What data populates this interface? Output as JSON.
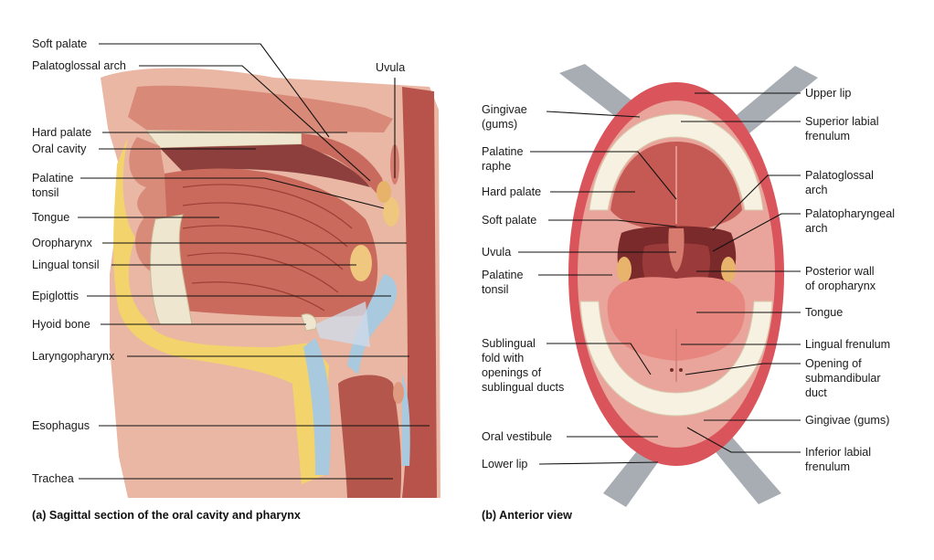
{
  "panel_a": {
    "caption": "(a) Sagittal section of the oral cavity and pharynx",
    "labels": {
      "soft_palate": "Soft palate",
      "palatoglossal_arch": "Palatoglossal arch",
      "uvula": "Uvula",
      "hard_palate": "Hard palate",
      "oral_cavity": "Oral cavity",
      "palatine_tonsil_1": "Palatine",
      "palatine_tonsil_2": "tonsil",
      "tongue": "Tongue",
      "oropharynx": "Oropharynx",
      "lingual_tonsil": "Lingual tonsil",
      "epiglottis": "Epiglottis",
      "hyoid_bone": "Hyoid bone",
      "laryngopharynx": "Laryngopharynx",
      "esophagus": "Esophagus",
      "trachea": "Trachea"
    }
  },
  "panel_b": {
    "caption": "(b) Anterior view",
    "labels": {
      "gingivae_1": "Gingivae",
      "gingivae_2": "(gums)",
      "palatine_raphe_1": "Palatine",
      "palatine_raphe_2": "raphe",
      "hard_palate": "Hard palate",
      "soft_palate": "Soft palate",
      "uvula": "Uvula",
      "palatine_tonsil_1": "Palatine",
      "palatine_tonsil_2": "tonsil",
      "sublingual_fold_1": "Sublingual",
      "sublingual_fold_2": "fold with",
      "sublingual_fold_3": "openings of",
      "sublingual_fold_4": "sublingual ducts",
      "oral_vestibule": "Oral vestibule",
      "lower_lip": "Lower lip",
      "upper_lip": "Upper lip",
      "superior_frenulum_1": "Superior labial",
      "superior_frenulum_2": "frenulum",
      "palatoglossal_1": "Palatoglossal",
      "palatoglossal_2": "arch",
      "palatopharyngeal_1": "Palatopharyngeal",
      "palatopharyngeal_2": "arch",
      "posterior_wall_1": "Posterior wall",
      "posterior_wall_2": "of oropharynx",
      "tongue": "Tongue",
      "lingual_frenulum": "Lingual frenulum",
      "submandibular_1": "Opening of",
      "submandibular_2": "submandibular",
      "submandibular_3": "duct",
      "gingivae_right": "Gingivae (gums)",
      "inferior_frenulum_1": "Inferior labial",
      "inferior_frenulum_2": "frenulum"
    }
  },
  "colors": {
    "muscle": "#c96a5c",
    "muscle_dark": "#9c3f36",
    "mucosa": "#e9a59b",
    "fat": "#f3d36b",
    "bone": "#efe6cf",
    "cartilage": "#a9c9de",
    "lip": "#d9545b",
    "throat": "#7a2a2a",
    "tooth": "#f7f1e1",
    "retractor": "#a8adb3"
  }
}
